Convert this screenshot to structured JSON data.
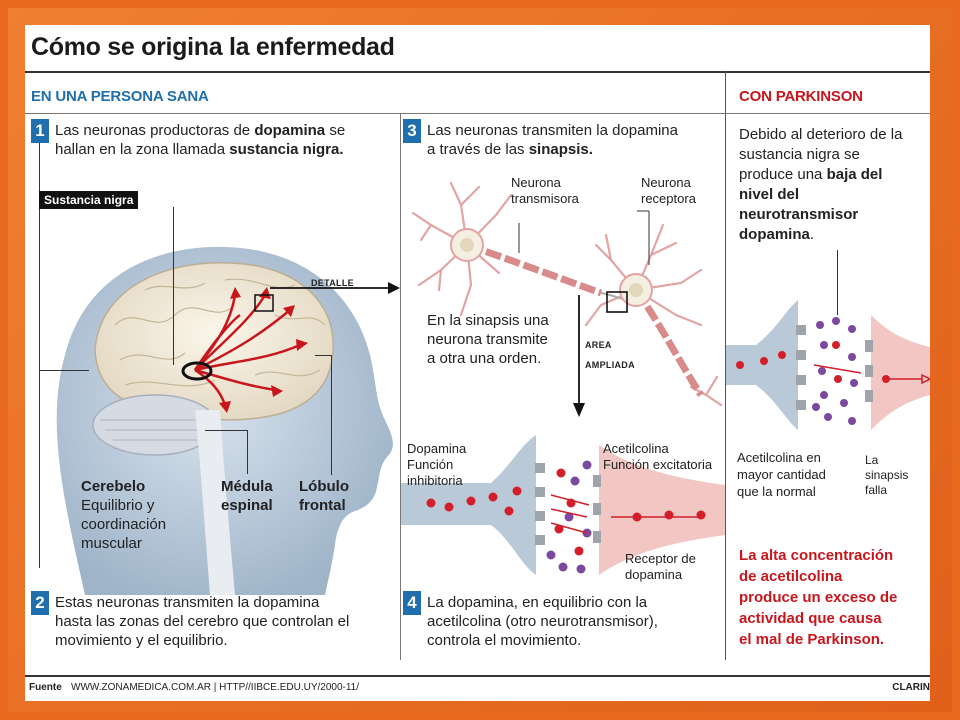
{
  "title": "Cómo se origina la enfermedad",
  "sections": {
    "healthy": "EN UNA PERSONA SANA",
    "parkinson": "CON PARKINSON"
  },
  "steps": {
    "s1": {
      "number": "1",
      "text_a": "Las neuronas productoras de ",
      "bold_a": "dopamina",
      "text_b": " se",
      "text_c": "hallan en la zona llamada ",
      "bold_b": "sustancia nigra."
    },
    "s2": {
      "number": "2",
      "line1": "Estas neuronas transmiten la dopamina",
      "line2": "hasta las zonas del cerebro que controlan el",
      "line3": "movimiento y el equilibrio."
    },
    "s3": {
      "number": "3",
      "line1": "Las neuronas transmiten la dopamina",
      "text_a": "a través de las ",
      "bold_a": "sinapsis."
    },
    "s4": {
      "number": "4",
      "line1": "La dopamina, en equilibrio con la",
      "line2": "acetilcolina (otro neurotransmisor),",
      "line3": "controla el movimiento."
    }
  },
  "brain_labels": {
    "substantia_nigra": "Sustancia nigra",
    "detail": "DETALLE",
    "cerebellum_title": "Cerebelo",
    "cerebellum_desc1": "Equilibrio y",
    "cerebellum_desc2": "coordinación",
    "cerebellum_desc3": "muscular",
    "spinal_1": "Médula",
    "spinal_2": "espinal",
    "frontal_1": "Lóbulo",
    "frontal_2": "frontal"
  },
  "neuron_labels": {
    "transmitter_1": "Neurona",
    "transmitter_2": "transmisora",
    "receiver_1": "Neurona",
    "receiver_2": "receptora",
    "synapse_1": "En la sinapsis una",
    "synapse_2": "neurona transmite",
    "synapse_3": "a otra una orden.",
    "area_1": "AREA",
    "area_2": "AMPLIADA"
  },
  "synapse_labels": {
    "dopamine_1": "Dopamina",
    "dopamine_2": "Función",
    "dopamine_3": "inhibitoria",
    "acetyl_1": "Acetilcolina",
    "acetyl_2": "Función excitatoria",
    "receptor_1": "Receptor de",
    "receptor_2": "dopamina"
  },
  "parkinson": {
    "intro_1": "Debido al deterioro de la",
    "intro_2": "sustancia nigra se",
    "intro_3a": "produce una ",
    "intro_3b": "baja del",
    "intro_4": "nivel del",
    "intro_5": "neurotransmisor",
    "intro_6a": "dopamina",
    "intro_6b": ".",
    "acetyl_1": "Acetilcolina en",
    "acetyl_2": "mayor cantidad",
    "acetyl_3": "que la normal",
    "fail_1": "La",
    "fail_2": "sinapsis",
    "fail_3": "falla",
    "conclusion_1": "La alta concentración",
    "conclusion_2": "de acetilcolina",
    "conclusion_3": "produce un exceso de",
    "conclusion_4": "actividad que causa",
    "conclusion_5": "el mal de Parkinson."
  },
  "footer": {
    "source_label": "Fuente",
    "source_text": "WWW.ZONAMEDICA.COM.AR  |  HTTP//IIBCE.EDU.UY/2000-11/",
    "publisher": "CLARIN"
  },
  "colors": {
    "frame": "#e96a1e",
    "accent_blue": "#1f6fae",
    "accent_red": "#c8161d",
    "dopamine": "#d21f2a",
    "acetylcholine": "#7b4aa0"
  }
}
